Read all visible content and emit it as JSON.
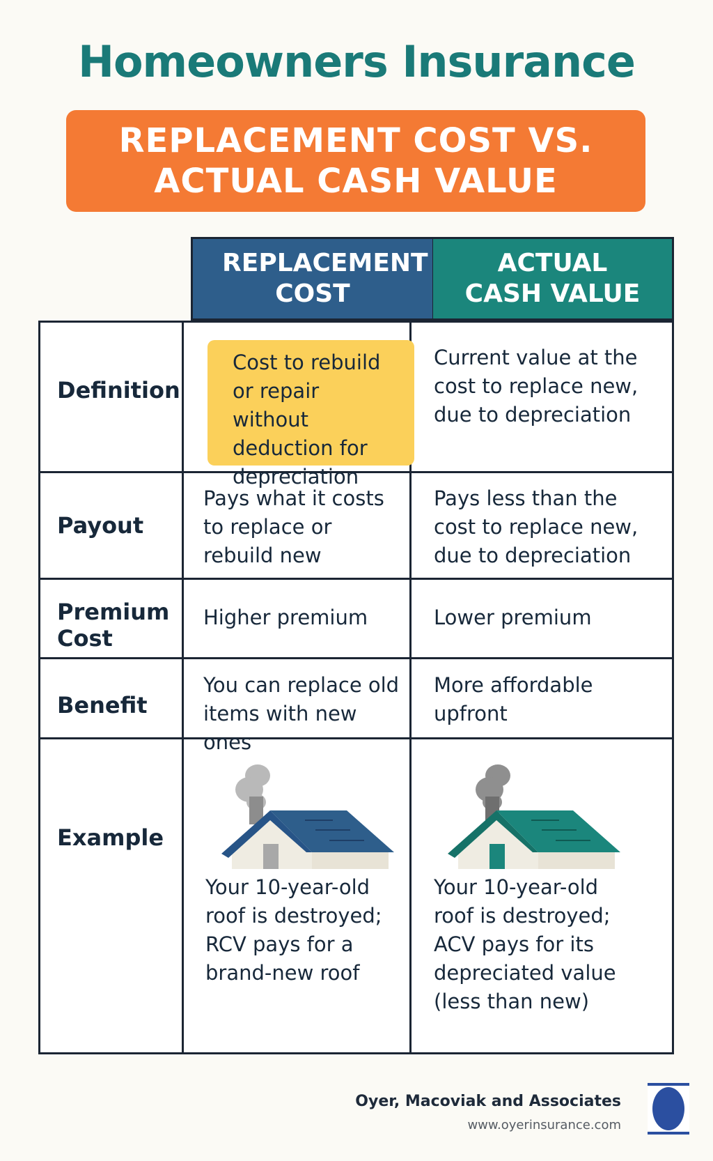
{
  "title": "Homeowners Insurance",
  "banner": "REPLACEMENT COST VS. ACTUAL CASH VALUE",
  "columns": {
    "replacement": "REPLACEMENT COST",
    "actual": "ACTUAL CASH VALUE"
  },
  "rows": {
    "definition": {
      "label": "Definition",
      "replacement": "Cost to rebuild or repair without deduction for depreciation",
      "actual": "Current value at the cost to replace new, due to depreciation"
    },
    "payout": {
      "label": "Payout",
      "replacement": "Pays what it costs to replace or rebuild new",
      "actual": "Pays less than the cost to replace new, due to depreciation"
    },
    "premium": {
      "label": "Premium Cost",
      "replacement": "Higher premium",
      "actual": "Lower premium"
    },
    "benefit": {
      "label": "Benefit",
      "replacement": "You can replace old items with new ones",
      "actual": "More affordable upfront"
    },
    "example": {
      "label": "Example",
      "replacement": "Your 10-year-old roof is destroyed; RCV pays for a brand-new roof",
      "actual": "Your 10-year-old roof is destroyed; ACV pays for its depreciated value (less than new)"
    }
  },
  "footer": {
    "company": "Oyer, Macoviak and Associates",
    "url": "www.oyerinsurance.com"
  },
  "colors": {
    "title": "#1a7a78",
    "banner": "#f47a34",
    "replacement_header": "#2e5e8b",
    "actual_header": "#1b867c",
    "highlight": "#fbd05a",
    "logo": "#2b4fa0"
  }
}
